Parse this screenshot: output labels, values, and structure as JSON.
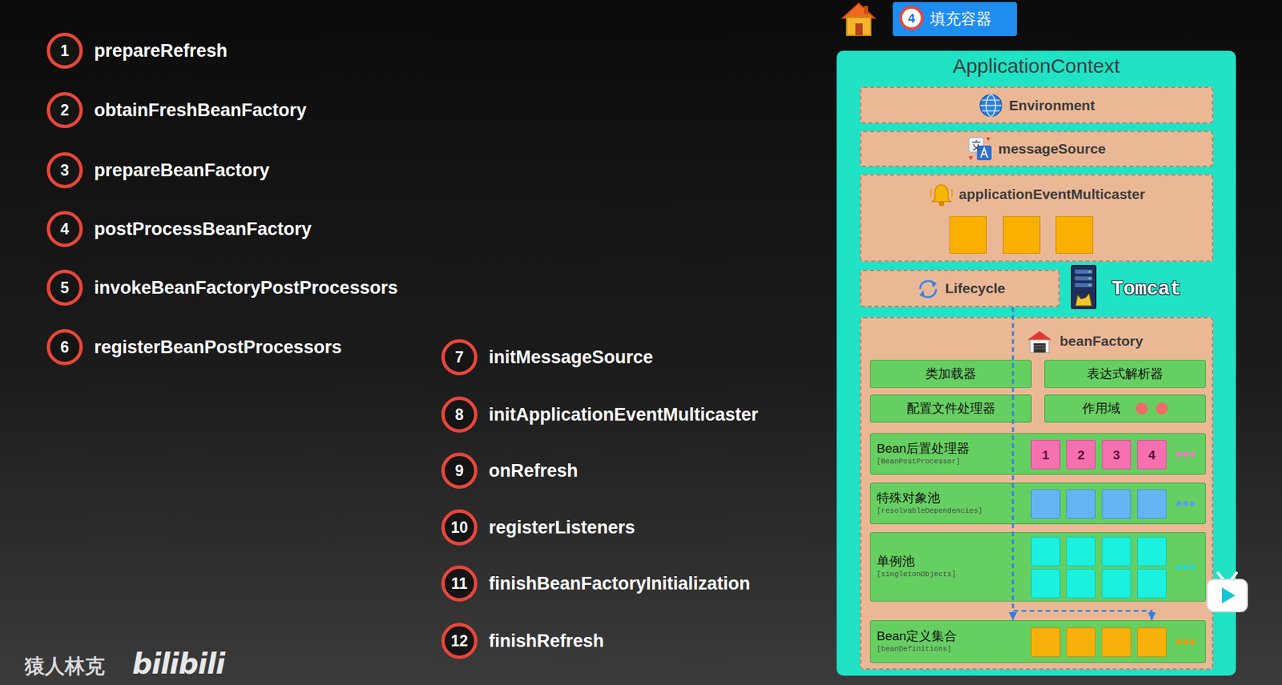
{
  "diagram": {
    "nodes": [
      {
        "text": [
          "1",
          "prepareRefresh"
        ]
      },
      {
        "text": [
          "2",
          "obtainFreshBeanFactory"
        ]
      },
      {
        "text": [
          "3",
          "prepareBeanFactory"
        ]
      },
      {
        "text": [
          "4",
          "postProcessBeanFactory"
        ]
      },
      {
        "text": [
          "5",
          "invokeBeanFactoryPostProcessors"
        ]
      },
      {
        "text": [
          "6",
          "registerBeanPostProcessors"
        ]
      },
      {
        "text": [
          "7",
          "initMessageSource"
        ]
      },
      {
        "text": [
          "8",
          "initApplicationEventMulticaster"
        ]
      },
      {
        "text": [
          "9",
          "onRefresh"
        ]
      },
      {
        "text": [
          "10",
          "registerListeners"
        ]
      },
      {
        "text": [
          "11",
          "finishBeanFactoryInitialization"
        ]
      },
      {
        "text": [
          "12",
          "finishRefresh"
        ]
      },
      {
        "text": [
          "填充容器"
        ]
      },
      {
        "text": [
          "4"
        ],
        "in": 12
      },
      {
        "text": [
          "ApplicationContext"
        ]
      },
      {
        "text": [
          "Environment"
        ],
        "in": 14
      },
      {
        "text": [
          "messageSource"
        ],
        "in": 14
      },
      {
        "text": [
          "applicationEventMulticaster"
        ],
        "in": 14
      },
      {
        "text": [
          "Lifecycle"
        ],
        "in": 14
      },
      {
        "text": [
          "beanFactory"
        ],
        "in": 14
      },
      {
        "text": [
          "类加载器"
        ],
        "in": 19
      },
      {
        "text": [
          "表达式解析器"
        ],
        "in": 19
      },
      {
        "text": [
          "配置文件处理器"
        ],
        "in": 19
      },
      {
        "text": [
          "作用域"
        ],
        "in": 19
      },
      {
        "text": [
          "Bean后置处理器",
          "[BeanPostProcessor]"
        ],
        "in": 19
      },
      {
        "text": [
          "1"
        ],
        "in": 24
      },
      {
        "text": [
          "2"
        ],
        "in": 24
      },
      {
        "text": [
          "3"
        ],
        "in": 24
      },
      {
        "text": [
          "4"
        ],
        "in": 24
      },
      {
        "text": [
          "特殊对象池",
          "[resolvableDependencies]"
        ],
        "in": 19
      },
      {
        "text": [
          "单例池",
          "[singletonObjects]"
        ],
        "in": 19
      },
      {
        "text": [
          "Bean定义集合",
          "[beanDefinitions]"
        ],
        "in": 19
      }
    ],
    "edges": [
      {
        "from": 18,
        "to": 31,
        "arrow": "to"
      },
      {
        "from": 18,
        "to": 31,
        "arrow": "to"
      }
    ],
    "labels": [
      "Tomcat",
      "猿人林克",
      "bilibili"
    ]
  }
}
